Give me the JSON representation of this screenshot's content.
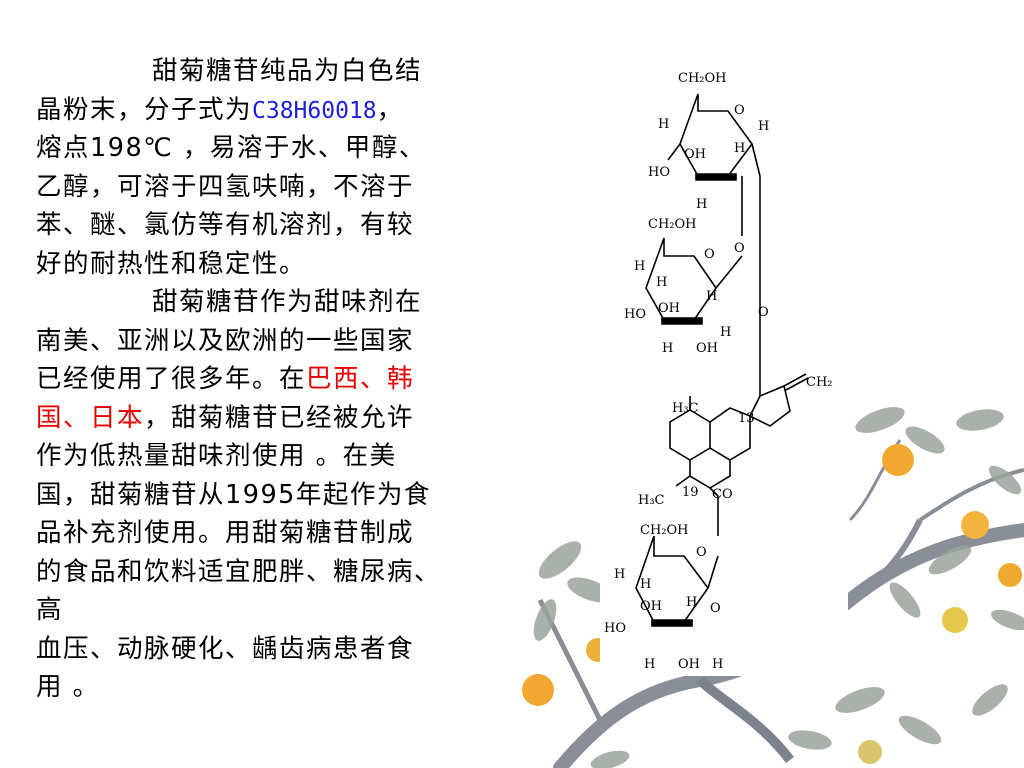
{
  "paragraph1": {
    "line1": "甜菊糖苷纯品为白色结",
    "line2_pre": "晶粉末，分子式为",
    "formula": "C38H60018",
    "line2_post": "，",
    "line3": "熔点198℃ ，易溶于水、甲醇、",
    "line4": "乙醇，可溶于四氢呋喃，不溶于",
    "line5": "苯、醚、氯仿等有机溶剂，有较",
    "line6": "好的耐热性和稳定性。"
  },
  "paragraph2": {
    "line1": "甜菊糖苷作为甜味剂在",
    "line2": "南美、亚洲以及欧洲的一些国家",
    "line3_pre": "已经使用了很多年。在",
    "countries_1": "巴西、韩",
    "countries_2": "国、日本",
    "line4_post": "，甜菊糖苷已经被允许",
    "line5": "作为低热量甜味剂使用 。在美",
    "line6": "国，甜菊糖苷从1995年起作为食",
    "line7": "品补充剂使用。用甜菊糖苷制成",
    "line8": "的食品和饮料适宜肥胖、糖尿病、",
    "line9": "高",
    "line10": "血压、动脉硬化、龋齿病患者食",
    "line11": "用 。"
  },
  "structure_labels": {
    "ch2oh": "CH₂OH",
    "o": "O",
    "h": "H",
    "oh": "OH",
    "ho": "HO",
    "ch2": "CH₂",
    "h3c": "H₃C",
    "n13": "13",
    "n19": "19",
    "co": "CO"
  },
  "colors": {
    "formula": "#1f1fd6",
    "highlight": "#e60000"
  }
}
